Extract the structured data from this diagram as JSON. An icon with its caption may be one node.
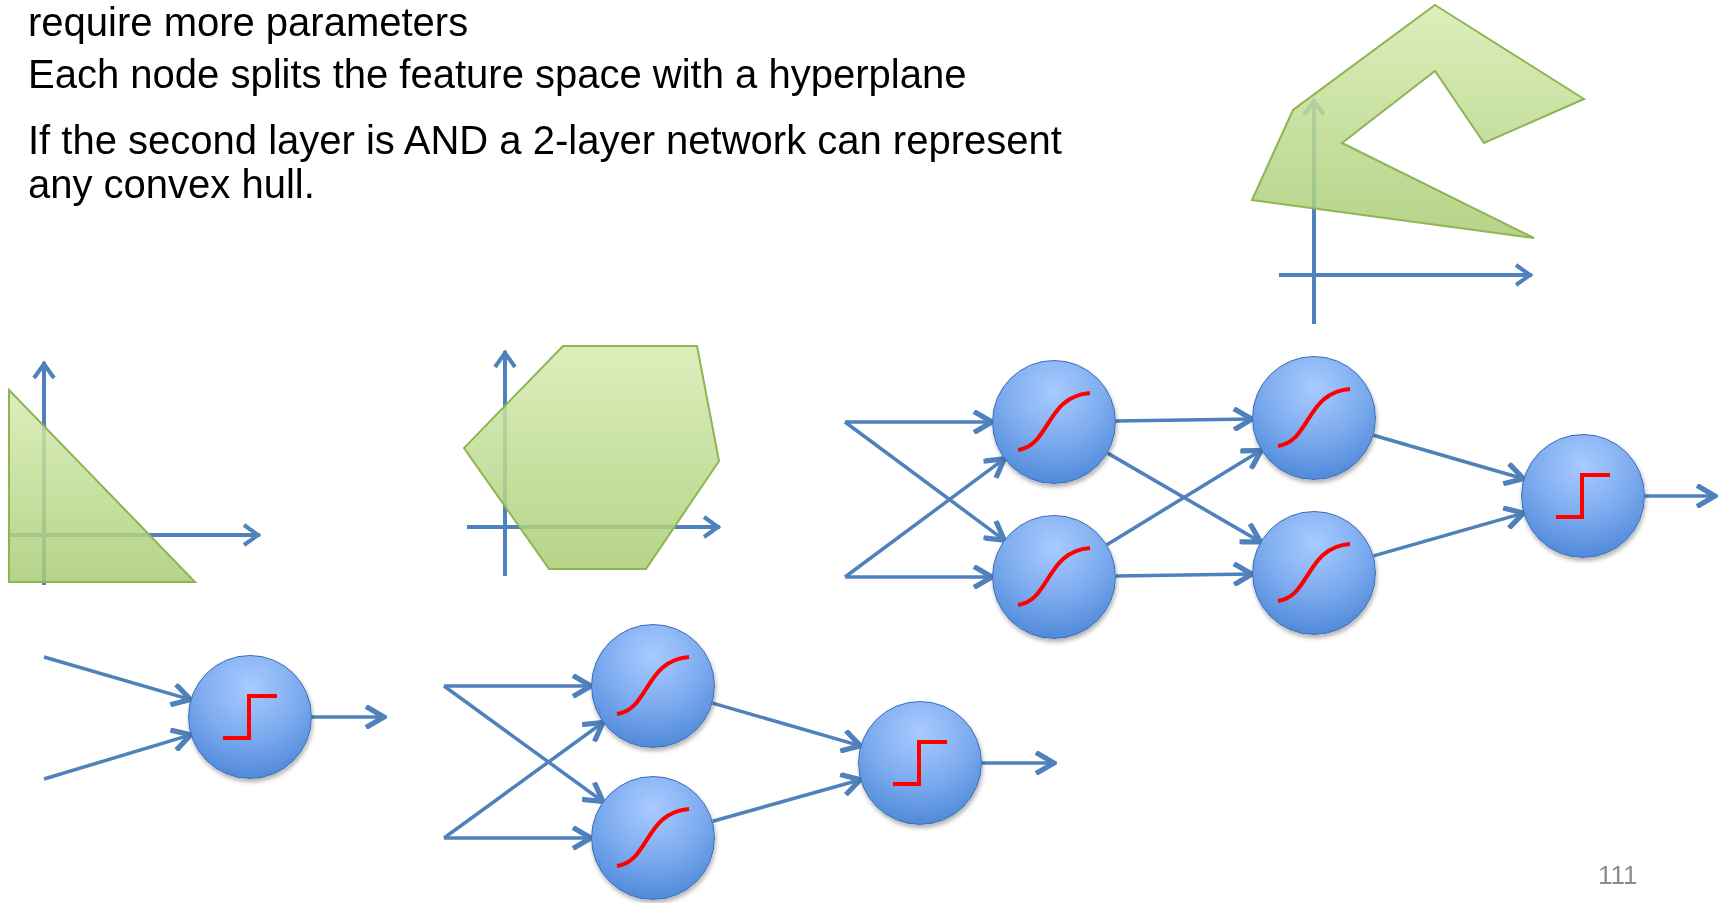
{
  "diagram": {
    "nodes": [
      {
        "text": [],
        "shape": "circle"
      },
      {
        "text": [],
        "shape": "circle"
      },
      {
        "text": [],
        "shape": "circle"
      },
      {
        "text": [],
        "shape": "circle"
      },
      {
        "text": [],
        "shape": "circle"
      },
      {
        "text": [],
        "shape": "circle"
      },
      {
        "text": [],
        "shape": "circle"
      },
      {
        "text": [],
        "shape": "circle"
      },
      {
        "text": [],
        "shape": "circle"
      }
    ],
    "edges": [
      {
        "from": null,
        "to": 0,
        "arrow": "to"
      },
      {
        "from": null,
        "to": 0,
        "arrow": "to"
      },
      {
        "from": 0,
        "to": null,
        "arrow": "to"
      },
      {
        "from": null,
        "to": 1,
        "arrow": "to"
      },
      {
        "from": null,
        "to": 2,
        "arrow": "to"
      },
      {
        "from": null,
        "to": 1,
        "arrow": "to"
      },
      {
        "from": null,
        "to": 2,
        "arrow": "to"
      },
      {
        "from": 1,
        "to": 3,
        "arrow": "to"
      },
      {
        "from": 2,
        "to": 3,
        "arrow": "to"
      },
      {
        "from": 3,
        "to": null,
        "arrow": "to"
      },
      {
        "from": null,
        "to": 4,
        "arrow": "to"
      },
      {
        "from": null,
        "to": 5,
        "arrow": "to"
      },
      {
        "from": null,
        "to": 4,
        "arrow": "to"
      },
      {
        "from": null,
        "to": 5,
        "arrow": "to"
      },
      {
        "from": 4,
        "to": 6,
        "arrow": "to"
      },
      {
        "from": 4,
        "to": 7,
        "arrow": "to"
      },
      {
        "from": 5,
        "to": 6,
        "arrow": "to"
      },
      {
        "from": 5,
        "to": 7,
        "arrow": "to"
      },
      {
        "from": 6,
        "to": 8,
        "arrow": "to"
      },
      {
        "from": 7,
        "to": 8,
        "arrow": "to"
      },
      {
        "from": 8,
        "to": null,
        "arrow": "to"
      }
    ],
    "labels": [
      "require more parameters",
      "Each node splits the feature space with a hyperplane",
      "If the second layer is AND a 2-layer network can represent any convex hull.",
      "111"
    ]
  }
}
